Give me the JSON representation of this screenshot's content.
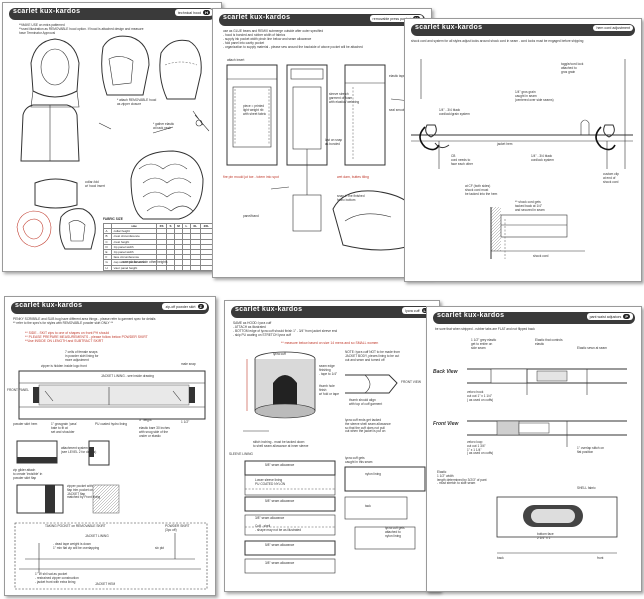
{
  "brand": "scarlet kux-kardos",
  "sheets": [
    {
      "tag": "technical hood",
      "tag_code": "H",
      "notes": "**MAKE USE on extra patterned\n**used illustration as REMOVABLE hood option. If hood is attached design and measure\nhave Terminator Approval",
      "labels": [
        "* attach REMOVABLE hood\nas zipper closure",
        "collar-fold\nw/ hood insert",
        "* gather elastic\nat back neck"
      ],
      "table_title": "FABRIC SIZE",
      "table_header": [
        "",
        "size",
        "XS",
        "S",
        "M",
        "L",
        "XL",
        "2XL"
      ],
      "table_rows": [
        [
          "A",
          "collar height",
          "",
          "",
          "",
          "",
          "",
          ""
        ],
        [
          "B",
          "crest circumference",
          "",
          "",
          "",
          "",
          "",
          ""
        ],
        [
          "C",
          "crest height",
          "",
          "",
          "",
          "",
          "",
          ""
        ],
        [
          "D",
          "zip panel width",
          "",
          "",
          "",
          "",
          "",
          ""
        ],
        [
          "E",
          "zip panel width",
          "",
          "",
          "",
          "",
          "",
          ""
        ],
        [
          "F",
          "face circumference",
          "",
          "",
          "",
          "",
          "",
          ""
        ],
        [
          "G",
          "cap side circumference",
          "",
          "",
          "",
          "",
          "",
          ""
        ],
        [
          "H",
          "visor panel height",
          "",
          "",
          "",
          "",
          "",
          ""
        ]
      ],
      "table_foot": "see pic for certain other heights"
    },
    {
      "tag": "removable\npress pocket",
      "tag_code": "M",
      "notes": "use as GLUE bears and REMIX submerge outside after outer specified\n- hood is bonded and rubber width of fabrics\n- supply ink pocket width pinch line below and seam allowance\n- fold panel into cavity pocket\n- organization to supply material - please sew around the backside of above pocket will be attached",
      "labels": [
        "attach insert",
        "elastic tape",
        "sleeve stretch\ngarment of foam\nwith elastic / webbing",
        "piece = printed\nlight weight rib\nwith sheet fabric",
        "seal smoothly",
        "last on snap\nas bonded",
        "snap in the finished\nfabric bottom",
        "panel/band"
      ],
      "foot_red_left": "fire pin mould jut toe - totem into spot",
      "foot_red_right": "wet dam, buttes tiling"
    },
    {
      "tag": "hem cord adjustment",
      "tag_code": "",
      "notes": "shock cord and system for all styles adjust locks around shock cord in seam - cord locks must be engaged before shipping",
      "labels": [
        "toggle/cord lock\nattached to\ngros grain",
        "1/4\" gros grain\ncaught in seam\n(centered over side seams)",
        "jacket hem",
        "1/4\" - 3/4 black\ncordlock/grain system",
        "CB\ncord needs to\nface each other",
        "1/4\" - 3/4 black\ncordlock system",
        "custom clip\nat end of\nshock cord",
        "at CF (both sides)\nshock cord must\nbe tacked into the hem",
        "** shock cord gets\ntacked back at 1/4\"\nand secured in seam",
        "shock cord"
      ]
    },
    {
      "tag": "zip-off powder skirt",
      "tag_code": "Z",
      "notes": "PENKY SCRIBBLE and SLIB bug have different area things - please refer to garment spec for details\n** refer to the spec's for styles with REMOVABLE powder skirt ONLY **",
      "red_notes": "** SIDE - SKIT zips to one of shapes on front PH should\n** PLEASE PREPARE MEASUREMENTS - please follow below POWDER SKIRT\n**Use INSIDE ON LENGTH and SUBTRACT SKIRT",
      "labels": [
        "7 cells of female snaps\nin powder skirt lining for\nmore adjustment",
        "zipper is hidden inside logo front",
        "JACKET LINING - see inside drawing",
        "male snap",
        "FRONT PANEL",
        "powder skirt hem",
        "1\" grosgrain 'pass'\nbate to fit at\nset and shoulder",
        "PU coated hydro lining",
        "3\" height",
        "elastic bare 30 inches\nwith snug side of the\nunder or elastic",
        "1 1/2\"",
        "attachment system\n(see LEVEL 2 for details)",
        "zip glider attach\nto create 'invisible' in\npowder skirt flap",
        "zipper pocket with\nflap trim pocket on\nJACKET flap\nmatched by Front lining",
        "TAKING POCKET on REMOVABLE SKIRT",
        "POWDER SKIRT\n(3pc off)",
        "JACKET LINING",
        "  slv pkt",
        "- dead tape weight is down\n1\" min flat zip will be overlapping",
        "1\" W shil sat as pocket\n- restrained zipper construction\n- jacket front with extra lining",
        "JACKET HEM"
      ]
    },
    {
      "tag": "lycra cuff",
      "tag_code": "L",
      "notes": "SAME as HOOD: lycra cuff\n- ATTACH as illustrated\n- BOTTOM edge of lycra cuff should finish 1\" - 3/4\" from jacket sleeve end\n- skip PU coating on STRETCH lycra cuff",
      "red_notes": "** measure below based on size 14 mens and so SMALL women",
      "labels": [
        "lycra cuff",
        "thumb hole\nfinish\nw/ fold or tape",
        "seam edge\nfinishing\n- tape to 1/4\"",
        "NOTE: lycra cuff NOT to be made from\nJACKET BODY, pieces lining to be cut\nout and sewn and turned off",
        "FRONT VIEW",
        "thumb should align\nwith top of cuff garment",
        "lycra cuff ends get tacked\nthe sleeve shell seam allowance\nso that the cuff does not pull\nout when the jacket is put on",
        "stitch inching - must be tacked down\nto shell seam allowance at inner sleeve",
        "SLEEVE LINING",
        "lycra cuff gets\ncaught in this seam",
        "5/8\" seam allowance",
        "Lower sleeve lining\nPU COATED NYLON",
        "5/8\" seam allowance",
        "nylon lining",
        "3/8\" seam allowance",
        "Cuff - shell\n- shape may not be as illustrated",
        "tack",
        "lycra cuff gets\nattached to\nnylon lining",
        "5/8\" seam allowance",
        "3/8\" seam allowance"
      ]
    },
    {
      "tag": "pant waist adjustors",
      "tag_code": "P",
      "notes": "be sure that when stripped - rubber tabs are FLAT and not flipped back",
      "labels": [
        "1 1/2\" grey elastic\nget to entire on\nside seam",
        "Elastic that controls\nelastic",
        "Elastic sewn at seam",
        "Back View",
        "velcro hook\ncut out 1\" x 1 1/4\"\n( as used on cuffs)",
        "Front View",
        "velcro loop\ncut out 1 3/4\"\n1\" x 1 1/4\"\n( as used on cuffs)",
        "1\" overlap stitch on\nflat position",
        "Elastic\n1 1/2\" width\nlength determined by 3/2/3\" of pant\n- must stretch to side seam",
        "SHELL fabric",
        "bottom face\n2 1/4\" x 1\"",
        "back",
        "front"
      ]
    }
  ]
}
